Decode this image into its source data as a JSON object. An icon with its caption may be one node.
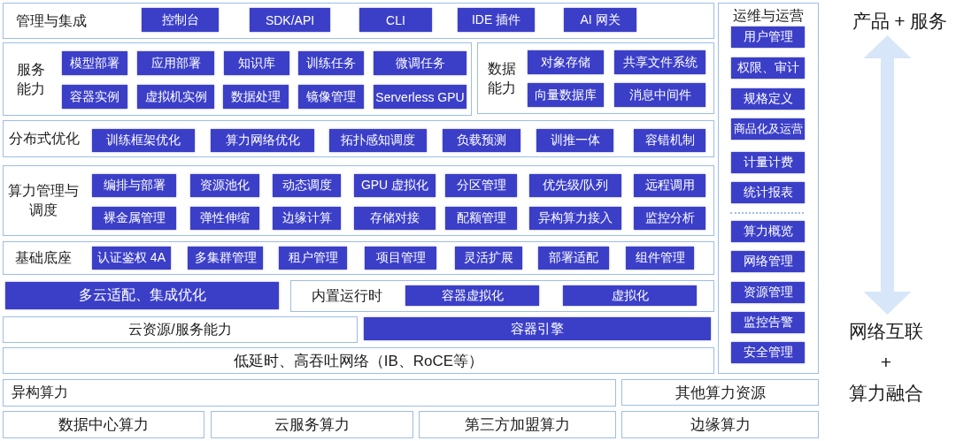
{
  "diagram": {
    "nodes": [
      {
        "text": [
          "管理与集成"
        ]
      },
      {
        "text": [
          "控制台"
        ],
        "in": 0
      },
      {
        "text": [
          "SDK/API"
        ],
        "in": 0
      },
      {
        "text": [
          "CLI"
        ],
        "in": 0
      },
      {
        "text": [
          "IDE 插件"
        ],
        "in": 0
      },
      {
        "text": [
          "AI 网关"
        ],
        "in": 0
      },
      {
        "text": [
          "服务能力"
        ]
      },
      {
        "text": [
          "模型部署"
        ],
        "in": 6
      },
      {
        "text": [
          "应用部署"
        ],
        "in": 6
      },
      {
        "text": [
          "知识库"
        ],
        "in": 6
      },
      {
        "text": [
          "训练任务"
        ],
        "in": 6
      },
      {
        "text": [
          "微调任务"
        ],
        "in": 6
      },
      {
        "text": [
          "容器实例"
        ],
        "in": 6
      },
      {
        "text": [
          "虚拟机实例"
        ],
        "in": 6
      },
      {
        "text": [
          "数据处理"
        ],
        "in": 6
      },
      {
        "text": [
          "镜像管理"
        ],
        "in": 6
      },
      {
        "text": [
          "Serverless GPU"
        ],
        "in": 6
      },
      {
        "text": [
          "数据能力"
        ]
      },
      {
        "text": [
          "对象存储"
        ],
        "in": 17
      },
      {
        "text": [
          "共享文件系统"
        ],
        "in": 17
      },
      {
        "text": [
          "向量数据库"
        ],
        "in": 17
      },
      {
        "text": [
          "消息中间件"
        ],
        "in": 17
      },
      {
        "text": [
          "分布式优化"
        ]
      },
      {
        "text": [
          "训练框架优化"
        ],
        "in": 22
      },
      {
        "text": [
          "算力网络优化"
        ],
        "in": 22
      },
      {
        "text": [
          "拓扑感知调度"
        ],
        "in": 22
      },
      {
        "text": [
          "负载预测"
        ],
        "in": 22
      },
      {
        "text": [
          "训推一体"
        ],
        "in": 22
      },
      {
        "text": [
          "容错机制"
        ],
        "in": 22
      },
      {
        "text": [
          "算力管理与调度"
        ]
      },
      {
        "text": [
          "编排与部署"
        ],
        "in": 29
      },
      {
        "text": [
          "资源池化"
        ],
        "in": 29
      },
      {
        "text": [
          "动态调度"
        ],
        "in": 29
      },
      {
        "text": [
          "GPU 虚拟化"
        ],
        "in": 29
      },
      {
        "text": [
          "分区管理"
        ],
        "in": 29
      },
      {
        "text": [
          "优先级/队列"
        ],
        "in": 29
      },
      {
        "text": [
          "远程调用"
        ],
        "in": 29
      },
      {
        "text": [
          "裸金属管理"
        ],
        "in": 29
      },
      {
        "text": [
          "弹性伸缩"
        ],
        "in": 29
      },
      {
        "text": [
          "边缘计算"
        ],
        "in": 29
      },
      {
        "text": [
          "存储对接"
        ],
        "in": 29
      },
      {
        "text": [
          "配额管理"
        ],
        "in": 29
      },
      {
        "text": [
          "异构算力接入"
        ],
        "in": 29
      },
      {
        "text": [
          "监控分析"
        ],
        "in": 29
      },
      {
        "text": [
          "基础底座"
        ]
      },
      {
        "text": [
          "认证鉴权 4A"
        ],
        "in": 44
      },
      {
        "text": [
          "多集群管理"
        ],
        "in": 44
      },
      {
        "text": [
          "租户管理"
        ],
        "in": 44
      },
      {
        "text": [
          "项目管理"
        ],
        "in": 44
      },
      {
        "text": [
          "灵活扩展"
        ],
        "in": 44
      },
      {
        "text": [
          "部署适配"
        ],
        "in": 44
      },
      {
        "text": [
          "组件管理"
        ],
        "in": 44
      },
      {
        "text": [
          "多云适配、集成优化"
        ]
      },
      {
        "text": [
          "内置运行时"
        ]
      },
      {
        "text": [
          "容器虚拟化"
        ],
        "in": 53
      },
      {
        "text": [
          "虚拟化"
        ],
        "in": 53
      },
      {
        "text": [
          "云资源/服务能力"
        ]
      },
      {
        "text": [
          "容器引擎"
        ]
      },
      {
        "text": [
          "低延时、高吞吐网络（IB、RoCE等）"
        ]
      },
      {
        "text": [
          "异构算力"
        ]
      },
      {
        "text": [
          "其他算力资源"
        ]
      },
      {
        "text": [
          "数据中心算力"
        ]
      },
      {
        "text": [
          "云服务算力"
        ]
      },
      {
        "text": [
          "第三方加盟算力"
        ]
      },
      {
        "text": [
          "边缘算力"
        ]
      },
      {
        "text": [
          "运维与运营"
        ]
      },
      {
        "text": [
          "用户管理"
        ],
        "in": 65
      },
      {
        "text": [
          "权限、审计"
        ],
        "in": 65
      },
      {
        "text": [
          "规格定义"
        ],
        "in": 65
      },
      {
        "text": [
          "商品化及运营"
        ],
        "in": 65
      },
      {
        "text": [
          "计量计费"
        ],
        "in": 65
      },
      {
        "text": [
          "统计报表"
        ],
        "in": 65
      },
      {
        "text": [
          "算力概览"
        ],
        "in": 65
      },
      {
        "text": [
          "网络管理"
        ],
        "in": 65
      },
      {
        "text": [
          "资源管理"
        ],
        "in": 65
      },
      {
        "text": [
          "监控告警"
        ],
        "in": 65
      },
      {
        "text": [
          "安全管理"
        ],
        "in": 65
      },
      {
        "text": [
          "产品 + 服务"
        ]
      },
      {
        "text": [
          "网络互联 + 算力融合"
        ]
      }
    ],
    "edges": [
      {
        "from": 77,
        "to": 78,
        "arrow": "both"
      }
    ]
  }
}
